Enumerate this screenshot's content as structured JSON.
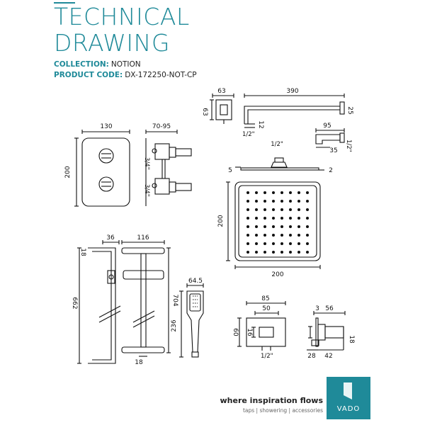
{
  "header": {
    "title_line1": "TECHNICAL",
    "title_line2": "DRAWING",
    "collection_label": "COLLECTION:",
    "collection_value": "NOTION",
    "product_label": "PRODUCT CODE:",
    "product_value": "DX-172250-NOT-CP"
  },
  "dims": {
    "arm_wall_plate_w": "63",
    "arm_wall_plate_h": "63",
    "arm_length": "390",
    "arm_tube": "25",
    "arm_thread": "1/2\"",
    "arm_12": "12",
    "elbow_len": "95",
    "elbow_thread": "1/2\"",
    "elbow_35": "35",
    "valve_plate_w": "130",
    "valve_plate_h": "200",
    "valve_depth": "70-95",
    "valve_inlet_top": "3/4\"",
    "valve_inlet_bottom": "3/4\"",
    "head_thread": "1/2\"",
    "head_thick_left": "5",
    "head_thick_right": "2",
    "head_size_h": "200",
    "head_size_w": "200",
    "rail_bracket": "36",
    "rail_height": "662",
    "rail_18": "18",
    "rail2_width": "116",
    "rail2_height": "704",
    "rail2_18": "18",
    "handset_width": "64.5",
    "handset_height": "236",
    "outlet_w85": "85",
    "outlet_w50": "50",
    "outlet_h60": "60",
    "outlet_16": "16",
    "outlet_thread": "1/2\"",
    "side_3": "3",
    "side_56": "56",
    "side_18": "18",
    "side_28": "28",
    "side_42": "42"
  },
  "footer": {
    "tagline": "where inspiration flows",
    "subtagline": "taps | showering | accessories",
    "logo_text": "VADO"
  },
  "colors": {
    "accent": "#1f8a99",
    "line": "#111111"
  }
}
